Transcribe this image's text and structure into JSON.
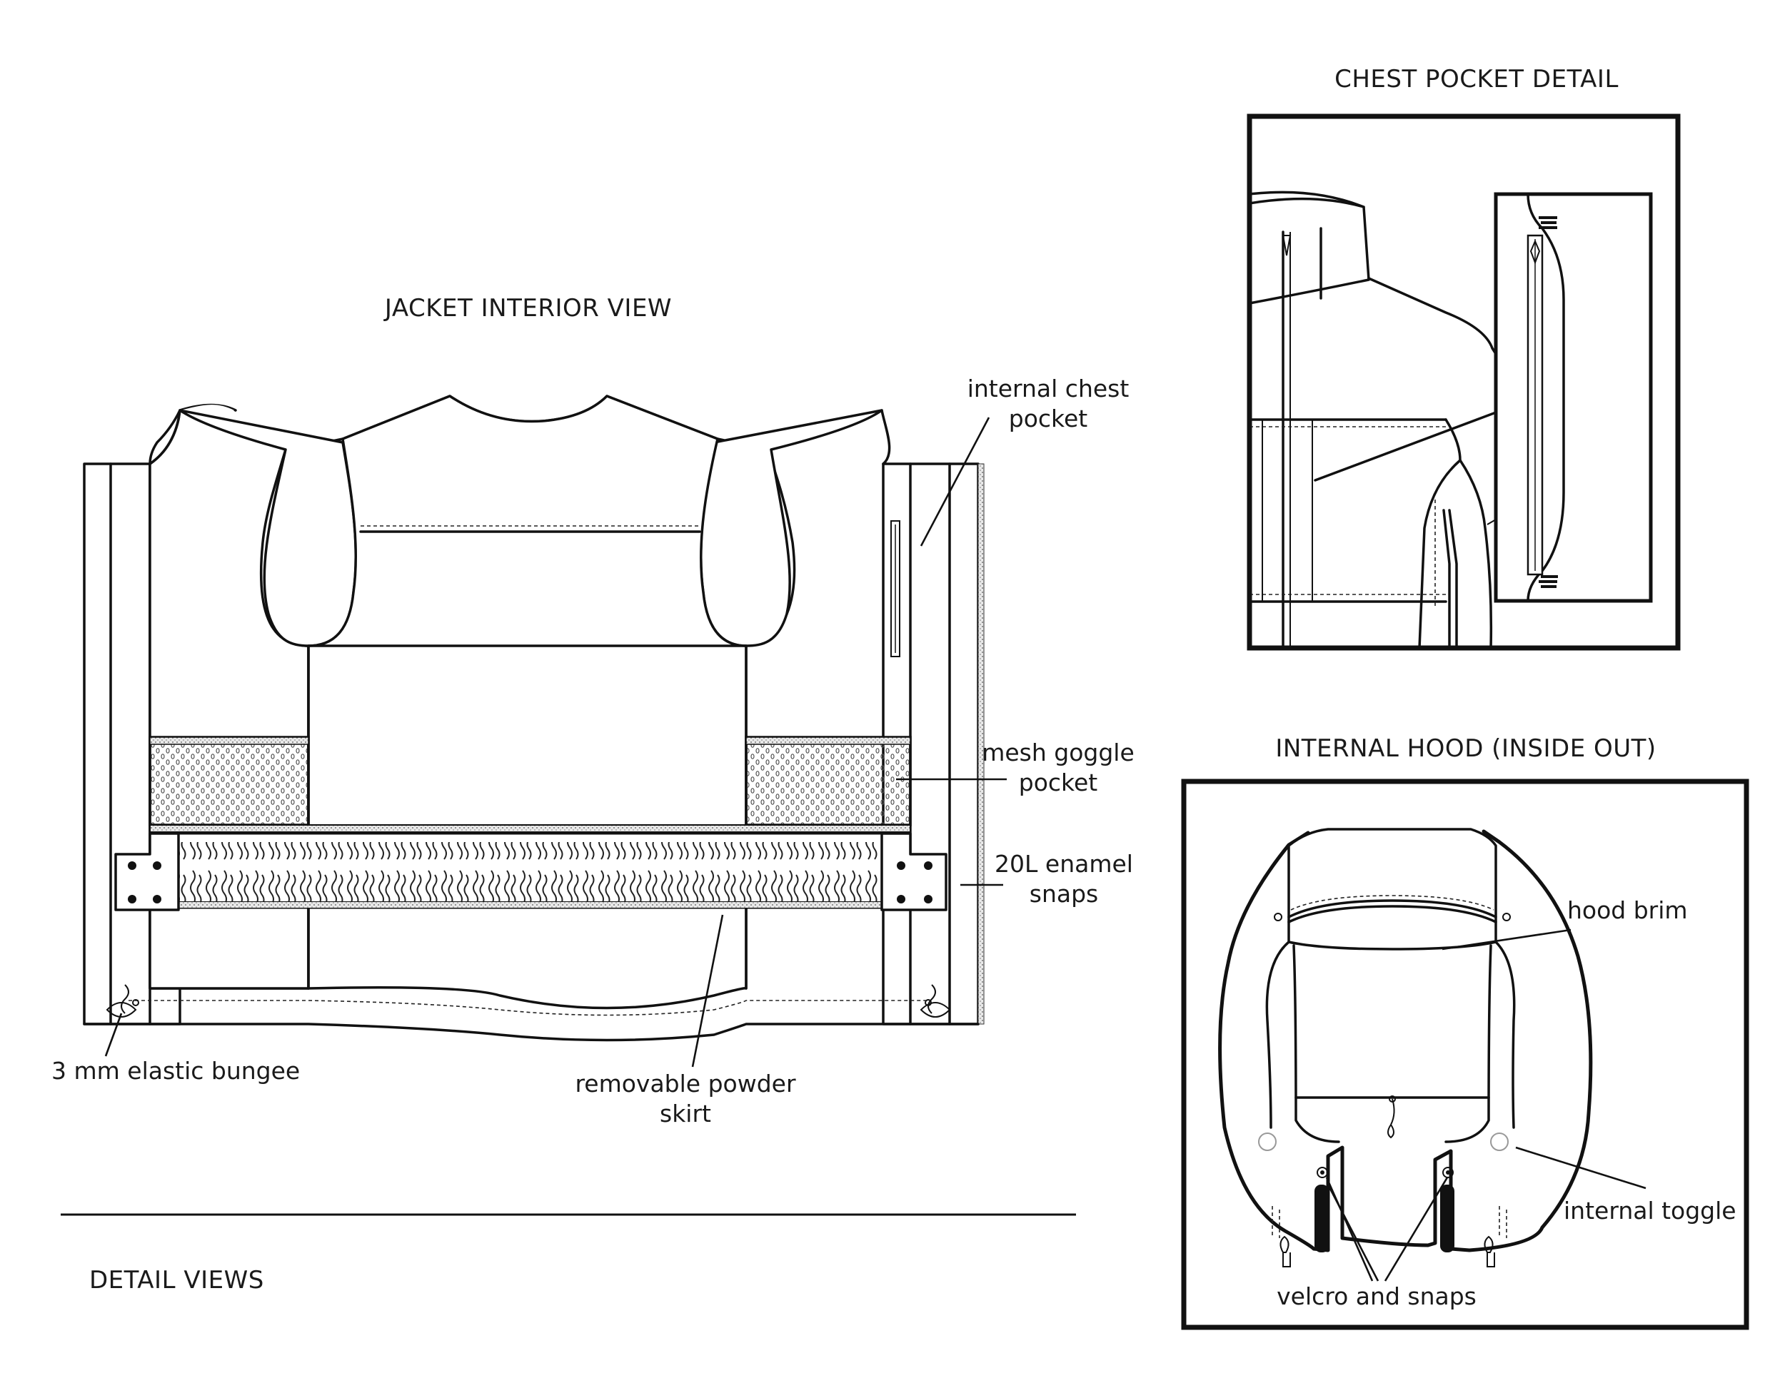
{
  "titles": {
    "jacket_interior": "JACKET INTERIOR VIEW",
    "chest_pocket": "CHEST POCKET DETAIL",
    "internal_hood": "INTERNAL HOOD (INSIDE OUT)",
    "detail_views": "DETAIL VIEWS"
  },
  "callouts": {
    "chest_pocket": [
      "internal chest",
      "pocket"
    ],
    "mesh_pocket": [
      "mesh goggle",
      "pocket"
    ],
    "snaps": [
      "20L enamel",
      "snaps"
    ],
    "bungee": [
      "3 mm elastic bungee"
    ],
    "powder_skirt": [
      "removable powder",
      "skirt"
    ],
    "hood_brim": [
      "hood brim"
    ],
    "internal_toggle": [
      "internal toggle"
    ],
    "velcro": [
      "velcro and snaps"
    ]
  },
  "icons": {
    "jacket": "jacket-interior-drawing",
    "chest": "chest-pocket-detail-drawing",
    "hood": "internal-hood-drawing"
  }
}
